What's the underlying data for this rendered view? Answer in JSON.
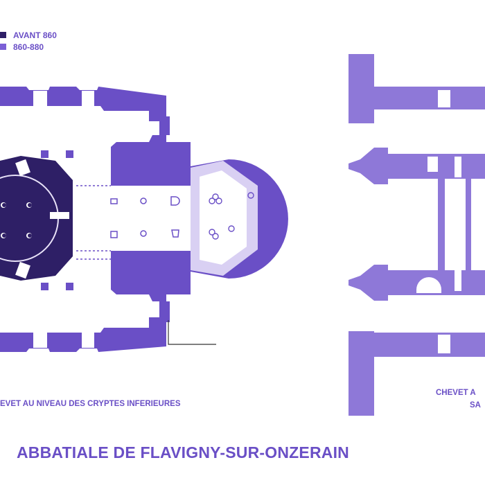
{
  "legend": [
    {
      "label": "AVANT 860",
      "color": "#2e1f66"
    },
    {
      "label": "860-880",
      "color": "#7b5fd6"
    }
  ],
  "captions": {
    "left": "EVET AU NIVEAU DES CRYPTES INFERIEURES",
    "right_line1": "CHEVET A",
    "right_line2": "SA"
  },
  "title": "ABBATIALE DE FLAVIGNY-SUR-ONZERAIN",
  "colors": {
    "dark": "#2e1f66",
    "main": "#6a4fc6",
    "light": "#8e78d8",
    "pale": "#d9d0f3"
  }
}
